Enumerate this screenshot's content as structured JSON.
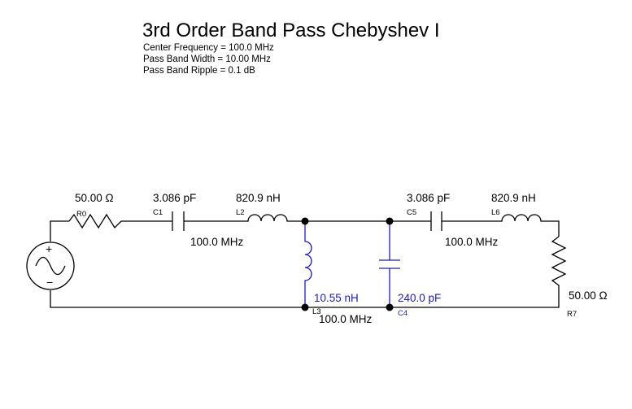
{
  "header": {
    "title": "3rd Order Band Pass Chebyshev I",
    "specs": [
      "Center Frequency = 100.0 MHz",
      "Pass Band Width = 10.00 MHz",
      "Pass Band Ripple = 0.1 dB"
    ]
  },
  "components": {
    "r0": {
      "ref": "R0",
      "value": "50.00 Ω"
    },
    "c1": {
      "ref": "C1",
      "value": "3.086 pF",
      "freq": "100.0 MHz"
    },
    "l2": {
      "ref": "L2",
      "value": "820.9 nH"
    },
    "l3": {
      "ref": "L3",
      "value": "10.55 nH",
      "freq": "100.0 MHz"
    },
    "c4": {
      "ref": "C4",
      "value": "240.0 pF"
    },
    "c5": {
      "ref": "C5",
      "value": "3.086 pF",
      "freq": "100.0 MHz"
    },
    "l6": {
      "ref": "L6",
      "value": "820.9 nH"
    },
    "r7": {
      "ref": "R7",
      "value": "50.00 Ω"
    }
  },
  "source": {
    "plus": "+",
    "minus": "−"
  },
  "colors": {
    "shunt": "#1a1acc",
    "series": "#000000"
  }
}
